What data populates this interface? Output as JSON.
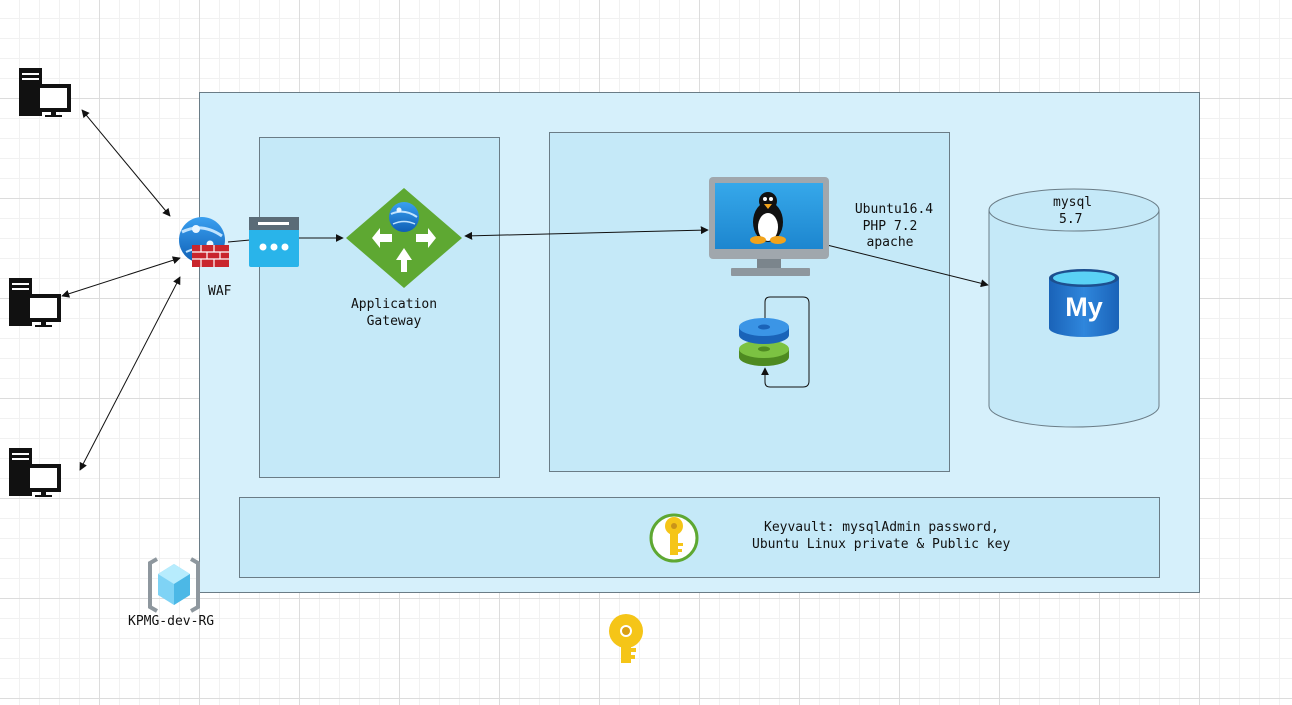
{
  "labels": {
    "waf": "WAF",
    "app_gateway_line1": "Application",
    "app_gateway_line2": "Gateway",
    "vm_line1": "Ubuntu16.4",
    "vm_line2": "PHP 7.2",
    "vm_line3": "apache",
    "db_line1": "mysql",
    "db_line2": "5.7",
    "db_logo_text": "My",
    "keyvault_line1": "Keyvault: mysqlAdmin password,",
    "keyvault_line2": "Ubuntu Linux private & Public key",
    "resource_group": "KPMG-dev-RG"
  },
  "icons": {
    "client_1": "client-computer-icon",
    "client_2": "client-computer-icon",
    "client_3": "client-computer-icon",
    "waf": "web-application-firewall-icon",
    "public_ip": "public-ip-icon",
    "app_gateway": "application-gateway-icon",
    "vm": "linux-virtual-machine-icon",
    "disk": "managed-disk-icon",
    "mysql": "mysql-database-icon",
    "keyvault_inner": "key-vault-icon",
    "resource_group": "resource-group-icon",
    "key_outer": "key-icon"
  },
  "colors": {
    "resource_group_fill": "#d6f0fb",
    "subnet_fill": "#c5e9f8",
    "border": "#6a7c86",
    "gateway_green": "#5ea832",
    "azure_blue": "#1e88d8",
    "key_gold": "#f5c518"
  }
}
